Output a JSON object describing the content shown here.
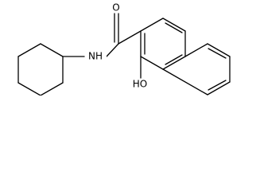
{
  "structure": {
    "atoms": {
      "carbonyl_oxygen": "O",
      "amide_nitrogen": "NH",
      "hydroxyl": "HO"
    }
  },
  "colors": {
    "bond": "#000000",
    "background": "#ffffff"
  }
}
